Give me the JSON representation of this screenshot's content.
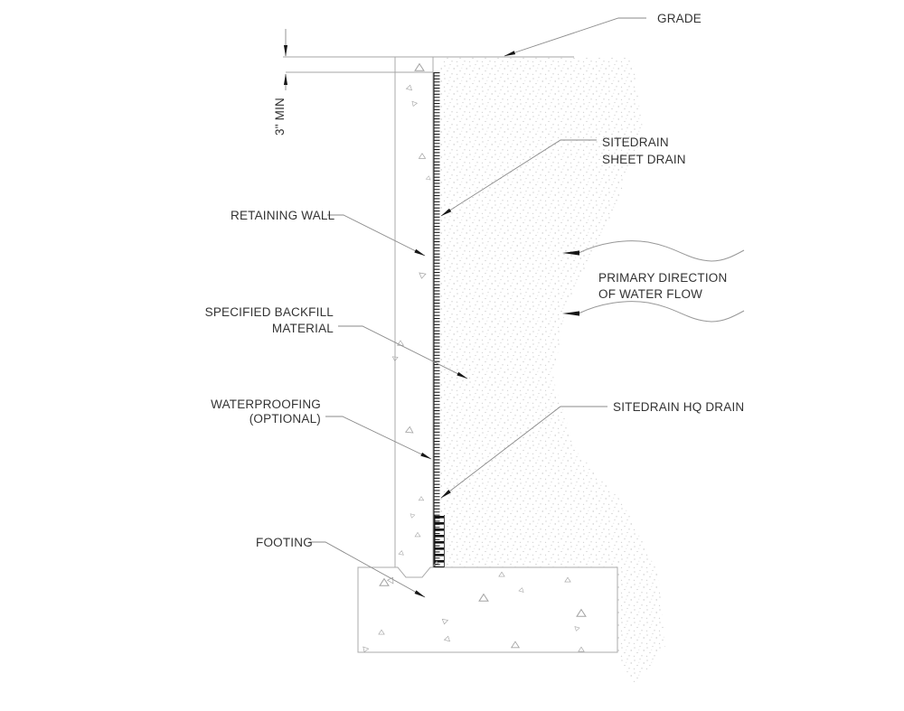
{
  "drawing": {
    "type": "construction-detail-section",
    "labels": {
      "grade": "GRADE",
      "dimension_min_cover": "3\" MIN",
      "sheet_drain_line1": "SITEDRAIN",
      "sheet_drain_line2": "SHEET DRAIN",
      "retaining_wall": "RETAINING WALL",
      "water_flow_line1": "PRIMARY DIRECTION",
      "water_flow_line2": "OF WATER FLOW",
      "backfill_line1": "SPECIFIED BACKFILL",
      "backfill_line2": "MATERIAL",
      "waterproofing_line1": "WATERPROOFING",
      "waterproofing_line2": "(OPTIONAL)",
      "hq_drain": "SITEDRAIN HQ DRAIN",
      "footing": "FOOTING"
    },
    "colors": {
      "background": "#ffffff",
      "structure_line": "#ababab",
      "leader_line": "#8a8a8a",
      "arrowhead": "#171717",
      "drain_hatch": "#1c1c1c",
      "text": "#333333",
      "stipple_dot": "#c6c6c6"
    }
  }
}
